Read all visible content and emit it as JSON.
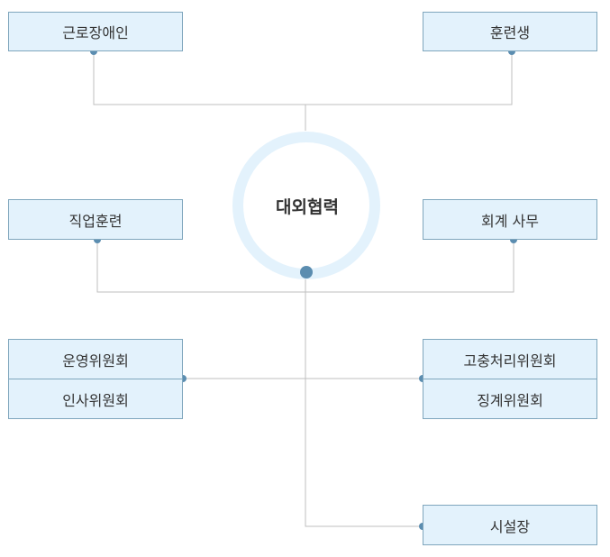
{
  "center": {
    "label": "대외협력"
  },
  "boxes": {
    "worker_disabled": "근로장애인",
    "trainee": "훈련생",
    "vocational_training": "직업훈련",
    "accounting": "회계 사무",
    "operating_committee": "운영위원회",
    "personnel_committee": "인사위원회",
    "grievance_committee": "고충처리위원회",
    "disciplinary_committee": "징계위원회",
    "facility_director": "시설장"
  },
  "colors": {
    "box_fill": "#e3f2fc",
    "box_border": "#7fa6bd",
    "ring": "#e3f2fc",
    "dot": "#5b8db0",
    "line": "#bfbfbf"
  }
}
